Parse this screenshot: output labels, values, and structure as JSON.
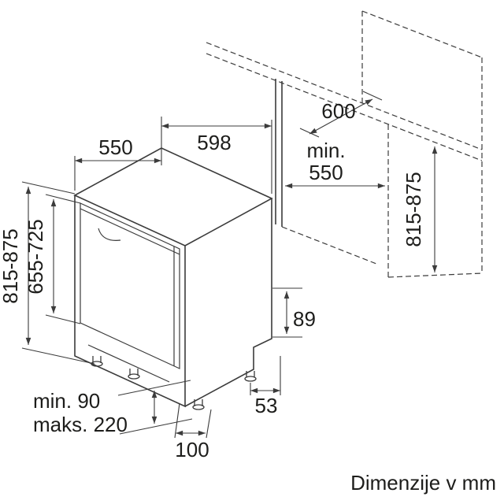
{
  "diagram": {
    "caption": "Dimenzije v mm",
    "labels": {
      "top_depth": "550",
      "top_width": "598",
      "counter_depth": "600",
      "niche_min_prefix": "min.",
      "niche_min_value": "550",
      "appliance_height": "815-875",
      "door_height": "655-725",
      "niche_height": "815-875",
      "rear_step_height": "89",
      "rear_foot_offset": "53",
      "plinth_min": "min. 90",
      "plinth_max": "maks. 220",
      "front_foot_inset": "100"
    }
  }
}
